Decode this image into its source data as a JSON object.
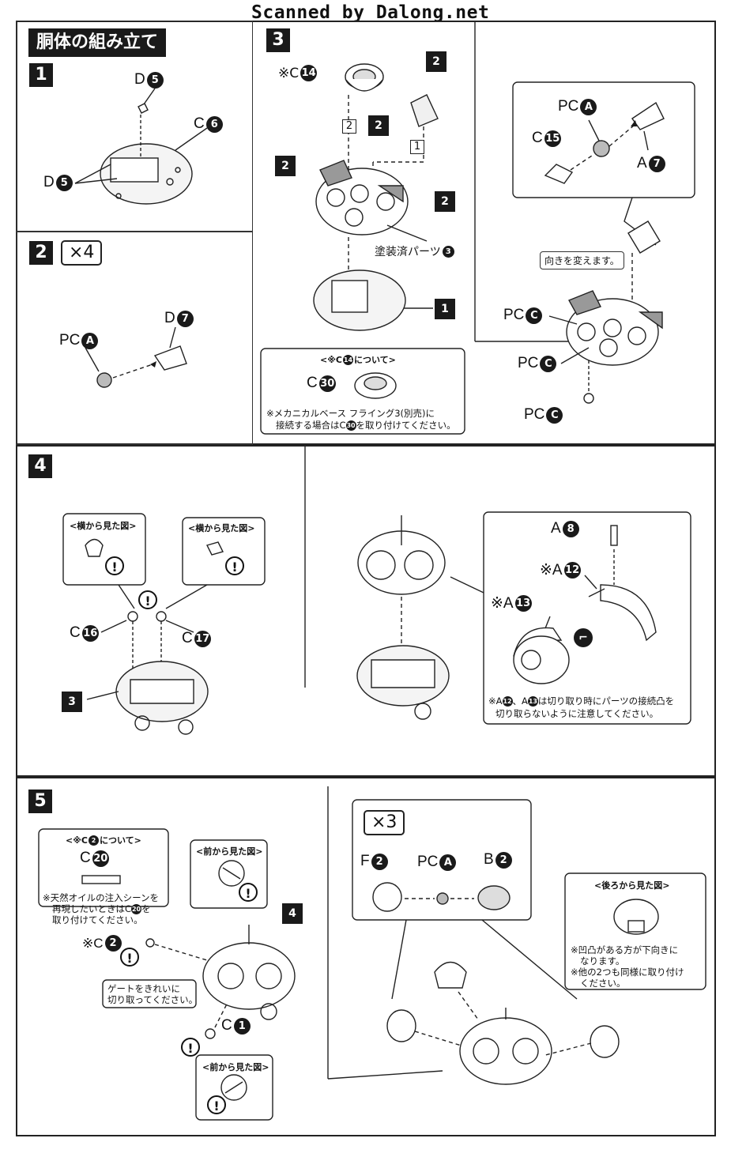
{
  "header": {
    "scan_credit": "Scanned by Dalong.net"
  },
  "section_title": "胴体の組み立て",
  "steps": {
    "s1": {
      "num": "1",
      "labels": {
        "d5_top": "D",
        "d5_top_n": "5",
        "c6": "C",
        "c6_n": "6",
        "d5_left": "D",
        "d5_left_n": "5"
      }
    },
    "s2": {
      "num": "2",
      "multiplier": "×4",
      "labels": {
        "pca": "PC",
        "pca_n": "A",
        "d7": "D",
        "d7_n": "7"
      }
    },
    "s3": {
      "num": "3",
      "labels": {
        "c14": "※C",
        "c14_n": "14",
        "painted": "塗装済パーツ",
        "painted_n": "3"
      },
      "tags": [
        "2",
        "2",
        "2",
        "2",
        "1"
      ],
      "seq": [
        "2",
        "1"
      ],
      "note_box": {
        "title": "<※C",
        "title_n": "14",
        "title_tail": "について>",
        "c30": "C",
        "c30_n": "30",
        "text1": "※メカニカルベース フライング3(別売)に",
        "text2a": "接続する場合はC",
        "text2_n": "30",
        "text2b": "を取り付けてください。"
      },
      "sub": {
        "pca": "PC",
        "pca_n": "A",
        "c15": "C",
        "c15_n": "15",
        "a7": "A",
        "a7_n": "7",
        "turn": "向きを変えます。",
        "pcc1": "PC",
        "pcc2": "PC",
        "pcc3": "PC",
        "pcc_n": "C"
      }
    },
    "s4": {
      "num": "4",
      "side_view_1": "<横から見た図>",
      "side_view_2": "<横から見た図>",
      "labels": {
        "c16": "C",
        "c16_n": "16",
        "c17": "C",
        "c17_n": "17",
        "a8": "A",
        "a8_n": "8",
        "a12": "※A",
        "a12_n": "12",
        "a13": "※A",
        "a13_n": "13"
      },
      "tag": "3",
      "note1": "※A",
      "note1_n": "12",
      "note1_sep": "、A",
      "note1_n2": "13",
      "note1_tail": "は切り取り時にパーツの接続凸を",
      "note2": "切り取らないように注意してください。"
    },
    "s5": {
      "num": "5",
      "box_c2": {
        "title": "<※C",
        "title_n": "2",
        "title_tail": "について>",
        "c20": "C",
        "c20_n": "20",
        "t1": "※天然オイルの注入シーンを",
        "t2a": "再現したいときはC",
        "t2_n": "20",
        "t2b": "を",
        "t3": "取り付けてください。"
      },
      "front_view_1": "<前から見た図>",
      "front_view_2": "<前から見た図>",
      "gate": [
        "ゲートをきれいに",
        "切り取ってください。"
      ],
      "labels": {
        "c2": "※C",
        "c2_n": "2",
        "c1": "C",
        "c1_n": "1",
        "f2": "F",
        "f2_n": "2",
        "pca": "PC",
        "pca_n": "A",
        "b2": "B",
        "b2_n": "2"
      },
      "tag": "4",
      "multiplier": "×3",
      "back_view": "<後ろから見た図>",
      "back_notes": [
        "※凹凸がある方が下向きに",
        "なります。",
        "※他の2つも同様に取り付け",
        "ください。"
      ]
    }
  }
}
